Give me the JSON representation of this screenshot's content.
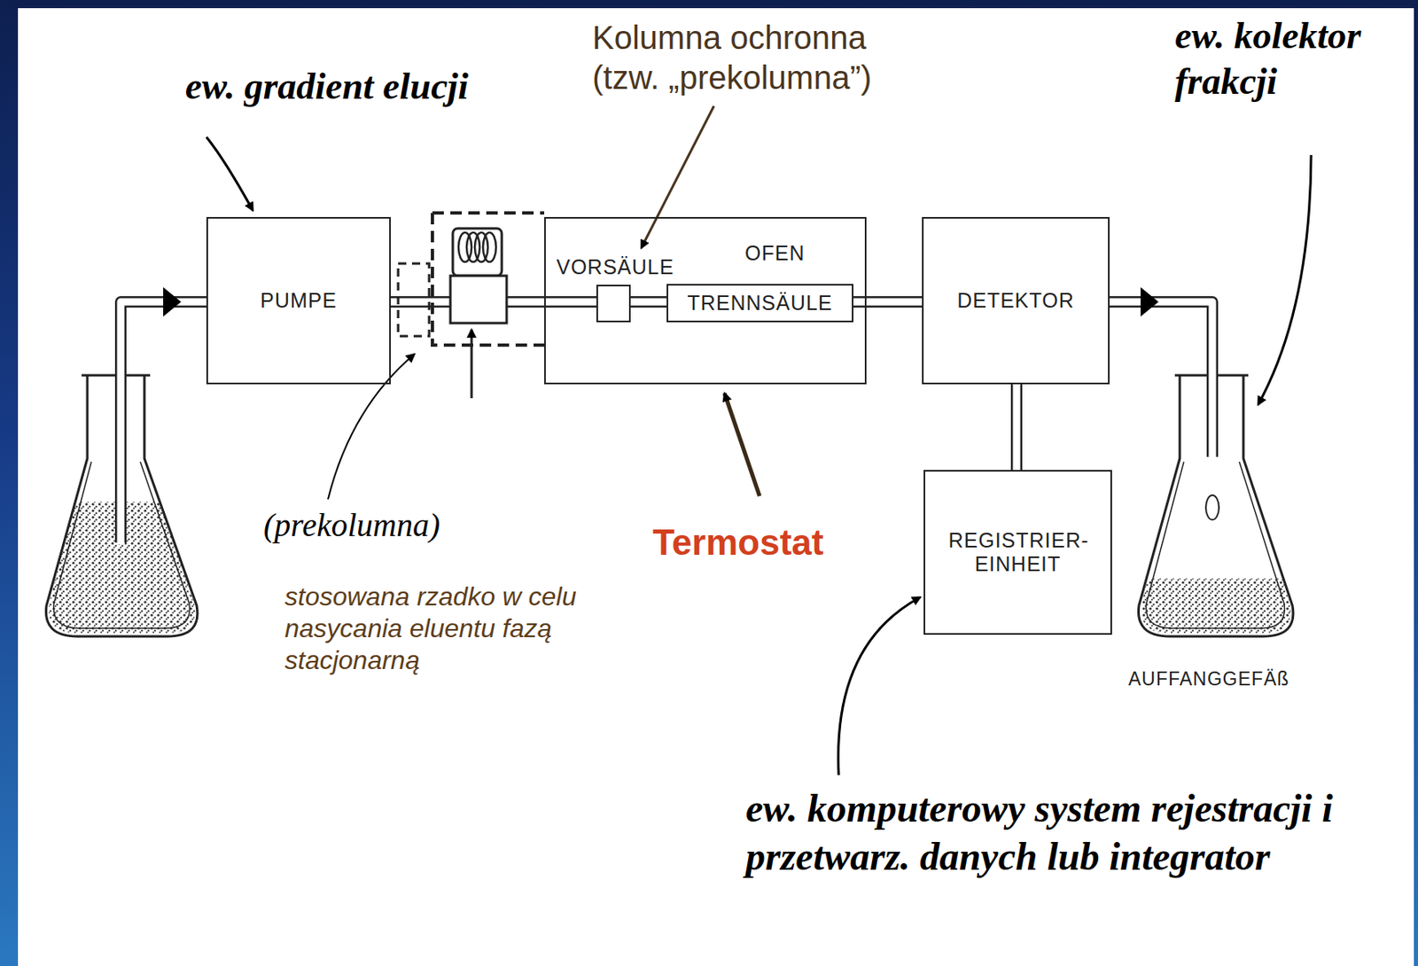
{
  "diagram": {
    "nodes": [
      {
        "text": [
          "PUMPE"
        ]
      },
      {
        "text": [
          "OFEN"
        ]
      },
      {
        "text": [
          "VORSÄULE"
        ],
        "in": 1
      },
      {
        "text": [
          "TRENNSÄULE"
        ],
        "in": 1
      },
      {
        "text": [
          "DETEKTOR"
        ]
      },
      {
        "text": [
          "REGISTRIER- EINHEIT"
        ]
      }
    ],
    "edges": [
      {
        "from": 0,
        "to": 2,
        "arrow": "none"
      },
      {
        "from": 2,
        "to": 3,
        "arrow": "none"
      },
      {
        "from": 3,
        "to": 4,
        "arrow": "none"
      },
      {
        "from": 4,
        "to": 5,
        "arrow": "none"
      }
    ],
    "labels": [
      "ew. gradient elucji",
      "Kolumna ochronna (tzw. „prekolumna”)",
      "ew. kolektor frakcji",
      "(prekolumna)",
      "stosowana rzadko w celu nasycania eluentu fazą stacjonarną",
      "Termostat",
      "AUFFANGGEFÄß",
      "ew. komputerowy system rejestracji i przetwarz. danych lub integrator"
    ]
  }
}
